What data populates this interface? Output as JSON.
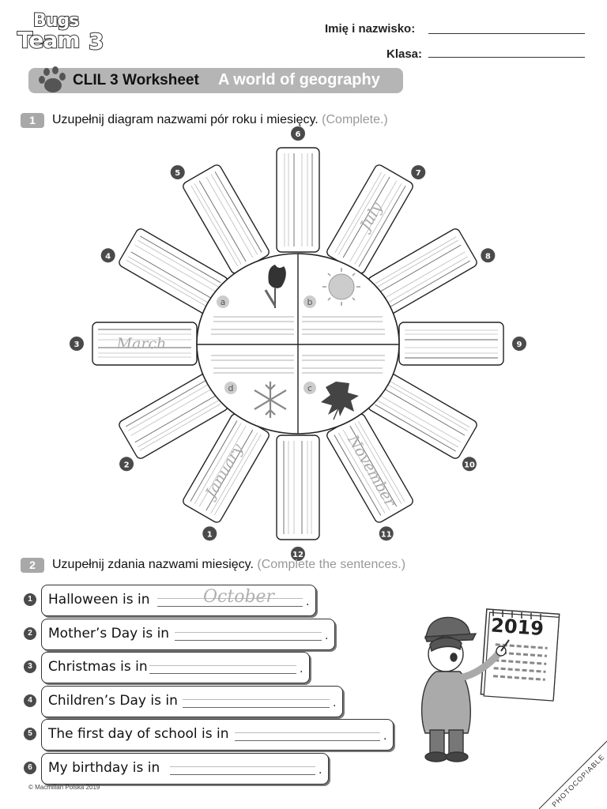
{
  "logo": {
    "line1": "Bugs",
    "line2": "Team",
    "level": "3"
  },
  "fields": {
    "name_label": "Imię i nazwisko:",
    "class_label": "Klasa:"
  },
  "header": {
    "title": "CLIL 3 Worksheet",
    "subtitle": "A world of geography"
  },
  "exercise1": {
    "num": "1",
    "text": "Uzupełnij diagram nazwami pór roku i miesięcy.",
    "note": "(Complete.)"
  },
  "diagram": {
    "ray_numbers": [
      "1",
      "2",
      "3",
      "4",
      "5",
      "6",
      "7",
      "8",
      "9",
      "10",
      "11",
      "12"
    ],
    "filled_months": {
      "1": "January",
      "3": "March",
      "7": "July",
      "11": "November"
    },
    "season_labels": [
      "a",
      "b",
      "c",
      "d"
    ]
  },
  "exercise2": {
    "num": "2",
    "text": "Uzupełnij zdania nazwami miesięcy.",
    "note": "(Complete the sentences.)"
  },
  "sentences": [
    {
      "num": "1",
      "text": "Halloween is in",
      "answer": "October"
    },
    {
      "num": "2",
      "text": "Mother’s Day is in",
      "answer": ""
    },
    {
      "num": "3",
      "text": "Christmas is in",
      "answer": ""
    },
    {
      "num": "4",
      "text": "Children’s Day is in",
      "answer": ""
    },
    {
      "num": "5",
      "text": "The first day of school is in",
      "answer": ""
    },
    {
      "num": "6",
      "text": "My birthday is in",
      "answer": ""
    }
  ],
  "illustration": {
    "calendar_year": "2019"
  },
  "footer": {
    "copyright": "© Macmillan Polska 2019",
    "stamp": "PHOTOCOPIABLE"
  },
  "colors": {
    "band": "#b5b5b5",
    "dark": "#4a4a4a"
  }
}
